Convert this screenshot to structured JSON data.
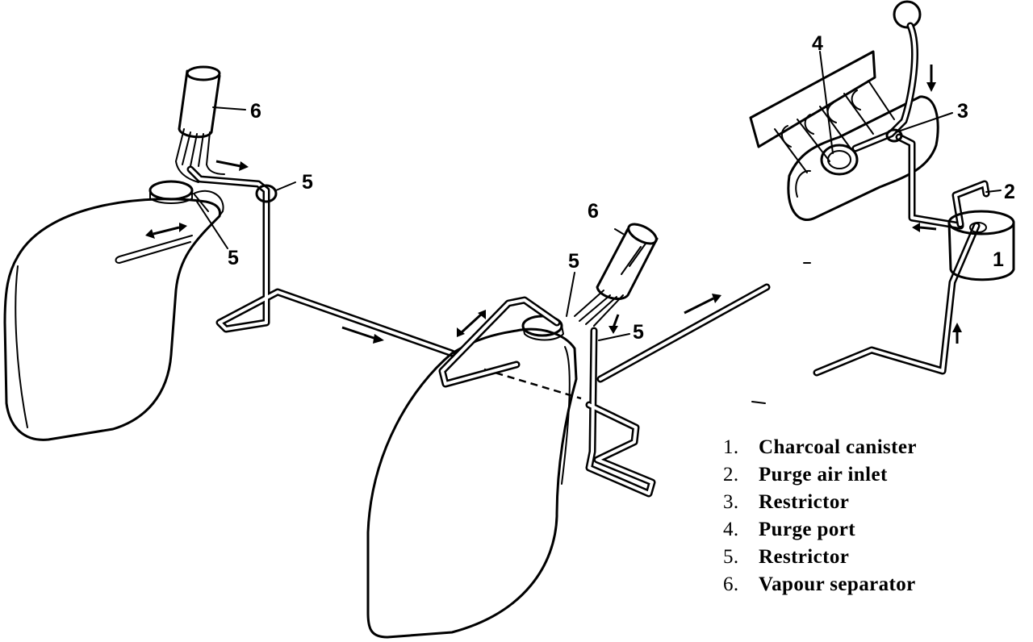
{
  "callouts": {
    "left_separator": "6",
    "left_restrictor_elbow": "5",
    "left_restrictor_cap": "5",
    "center_separator": "6",
    "center_restrictor_top": "5",
    "center_restrictor_side": "5",
    "purge_port": "4",
    "restrictor_engine": "3",
    "purge_air_inlet": "2",
    "charcoal_canister": "1"
  },
  "legend": [
    {
      "num": "1.",
      "label": "Charcoal canister"
    },
    {
      "num": "2.",
      "label": "Purge air inlet"
    },
    {
      "num": "3.",
      "label": "Restrictor"
    },
    {
      "num": "4.",
      "label": "Purge port"
    },
    {
      "num": "5.",
      "label": "Restrictor"
    },
    {
      "num": "6.",
      "label": "Vapour separator"
    }
  ]
}
